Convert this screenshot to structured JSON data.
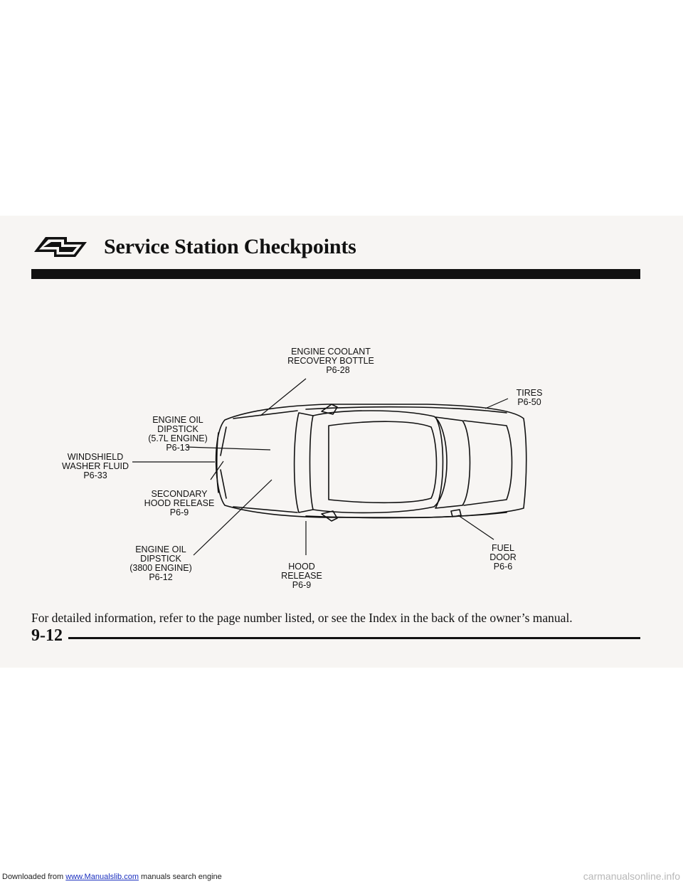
{
  "header": {
    "logo_icon": "bowtie-logo-icon",
    "title": "Service Station Checkpoints"
  },
  "diagram": {
    "callouts": {
      "coolant": [
        "ENGINE COOLANT",
        "RECOVERY BOTTLE",
        "P6-28"
      ],
      "tires": [
        "TIRES",
        "P6-50"
      ],
      "oil57": [
        "ENGINE OIL",
        "DIPSTICK",
        "(5.7L ENGINE)",
        "P6-13"
      ],
      "washer": [
        "WINDSHIELD",
        "WASHER FLUID",
        "P6-33"
      ],
      "secondary": [
        "SECONDARY",
        "HOOD RELEASE",
        "P6-9"
      ],
      "oil3800": [
        "ENGINE OIL",
        "DIPSTICK",
        "(3800 ENGINE)",
        "P6-12"
      ],
      "hood": [
        "HOOD",
        "RELEASE",
        "P6-9"
      ],
      "fuel": [
        "FUEL",
        "DOOR",
        "P6-6"
      ]
    }
  },
  "caption": "For detailed information, refer to the page number listed, or see the Index in the back of the owner’s manual.",
  "page_number": "9-12",
  "footer": {
    "prefix": "Downloaded from ",
    "link": "www.Manualslib.com",
    "suffix": " manuals search engine",
    "watermark": "carmanualsonline.info"
  }
}
